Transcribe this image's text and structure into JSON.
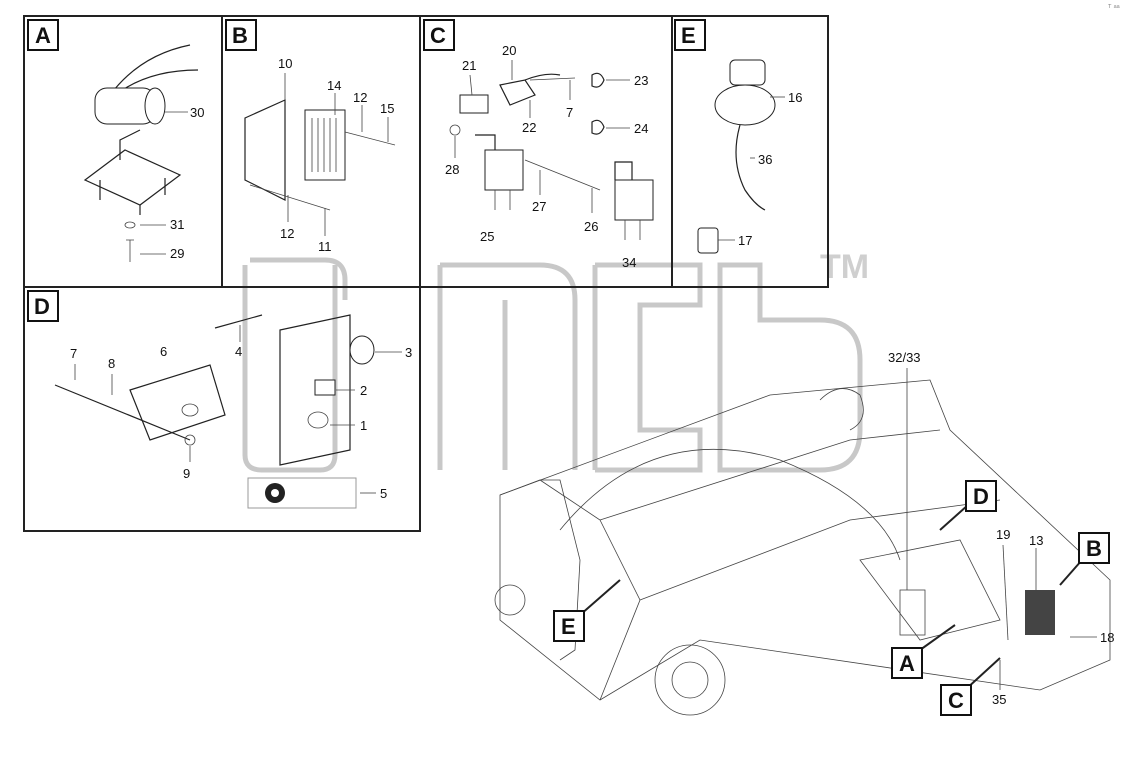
{
  "watermark": {
    "trademark": "TM"
  },
  "panels": [
    {
      "letter": "A",
      "parts": [
        "30",
        "31",
        "29"
      ]
    },
    {
      "letter": "B",
      "parts": [
        "10",
        "14",
        "12",
        "15",
        "12",
        "11"
      ]
    },
    {
      "letter": "C",
      "parts": [
        "21",
        "20",
        "23",
        "7",
        "22",
        "24",
        "28",
        "27",
        "26",
        "25",
        "34"
      ]
    },
    {
      "letter": "E",
      "parts": [
        "16",
        "36",
        "17"
      ]
    },
    {
      "letter": "D",
      "parts": [
        "7",
        "8",
        "6",
        "9",
        "4",
        "3",
        "2",
        "1",
        "5"
      ]
    }
  ],
  "overview": {
    "callouts": [
      "D",
      "B",
      "E",
      "A",
      "C"
    ],
    "parts": [
      "32/33",
      "19",
      "13",
      "18",
      "35"
    ]
  },
  "corner_mark": "ᵀ ᵃᵃ"
}
